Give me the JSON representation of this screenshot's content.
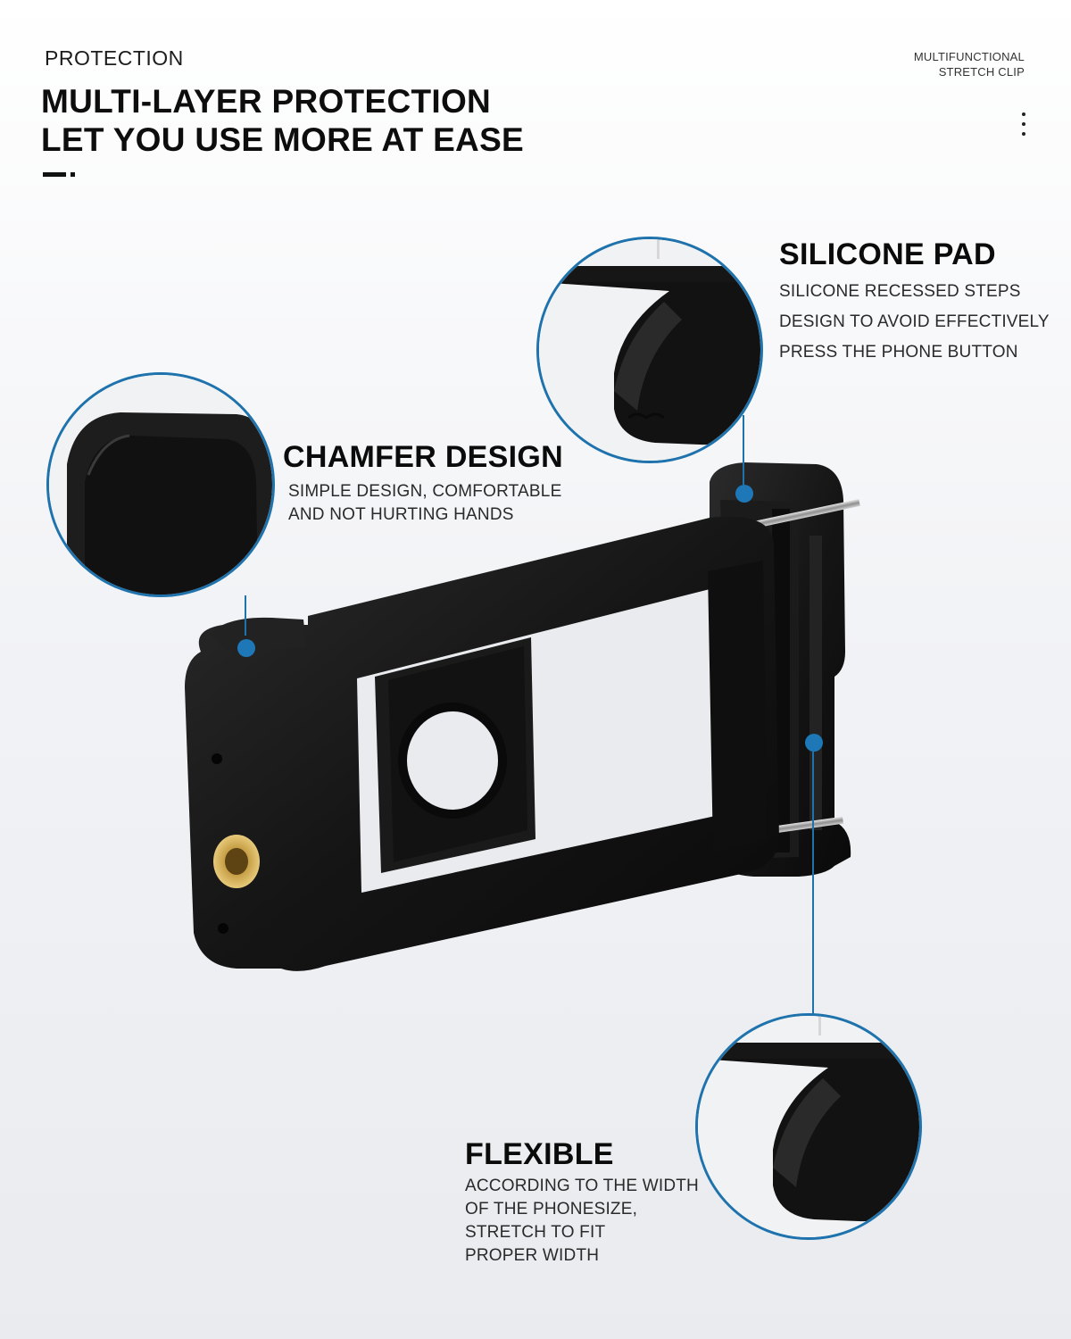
{
  "header": {
    "eyebrow": "PROTECTION",
    "headline_line1": "MULTI-LAYER PROTECTION",
    "headline_line2": "LET YOU USE MORE AT EASE",
    "corner_tag_line1": "MULTIFUNCTIONAL",
    "corner_tag_line2": "STRETCH CLIP"
  },
  "features": {
    "silicone_pad": {
      "title": "SILICONE PAD",
      "lines": [
        "SILICONE RECESSED STEPS",
        "DESIGN TO AVOID EFFECTIVELY",
        "PRESS THE PHONE BUTTON"
      ]
    },
    "chamfer_design": {
      "title": "CHAMFER DESIGN",
      "lines": [
        "SIMPLE DESIGN, COMFORTABLE",
        "AND NOT HURTING HANDS"
      ]
    },
    "flexible": {
      "title": "FLEXIBLE",
      "lines": [
        "ACCORDING TO THE WIDTH",
        "OF THE PHONESIZE,",
        "STRETCH TO FIT",
        "PROPER WIDTH"
      ]
    }
  },
  "colors": {
    "accent": "#1f73ad",
    "product": "#141414",
    "brass_insert": "#c9a24a"
  }
}
